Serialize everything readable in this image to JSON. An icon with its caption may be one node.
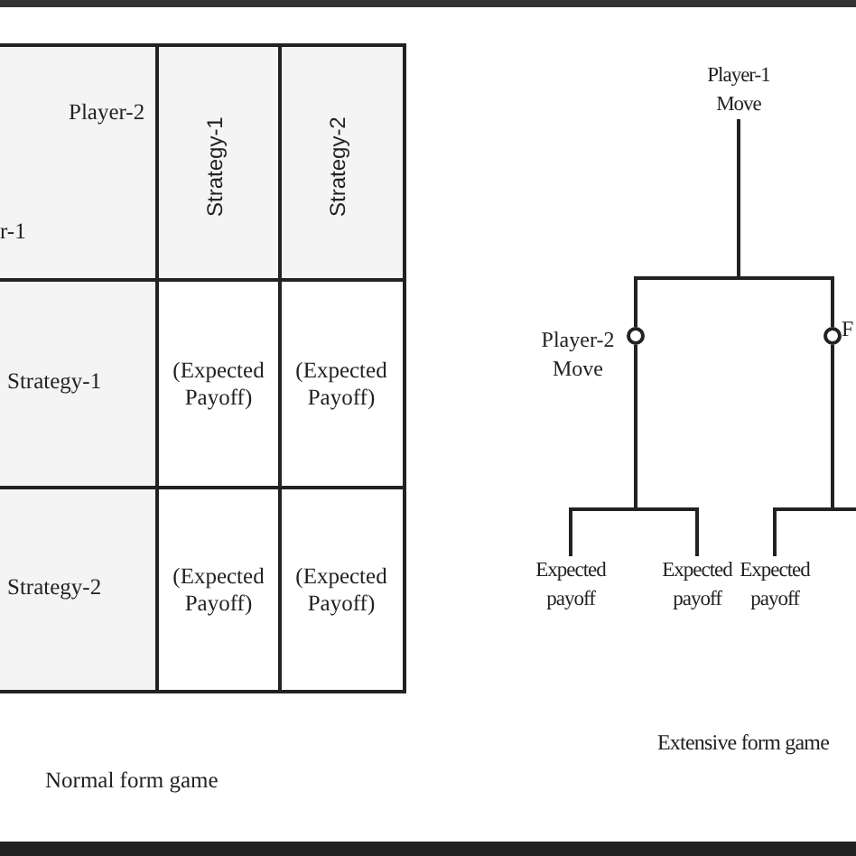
{
  "diagram": {
    "nodes": [
      {
        "text": [
          "Player-1 Move"
        ]
      },
      {
        "text": [],
        "shape": "circle",
        "beside": [
          "Player-2 Move"
        ]
      },
      {
        "text": [],
        "shape": "circle",
        "beside": [
          "F"
        ]
      },
      {
        "text": [
          "Expected payoff"
        ]
      },
      {
        "text": [
          "Expected payoff"
        ]
      },
      {
        "text": [
          "Expected payoff"
        ]
      }
    ],
    "edges": [
      {
        "from": 0,
        "to": 1,
        "arrow": "none"
      },
      {
        "from": 0,
        "to": 2,
        "arrow": "none"
      },
      {
        "from": 1,
        "to": 3,
        "arrow": "none"
      },
      {
        "from": 1,
        "to": 4,
        "arrow": "none"
      },
      {
        "from": 2,
        "to": 5,
        "arrow": "none"
      },
      {
        "from": 2,
        "to": null,
        "arrow": "none"
      }
    ],
    "labels": [
      "Player-2",
      "r-1",
      "Strategy-1",
      "Strategy-2",
      "Strategy-1",
      "(Expected Payoff)",
      "(Expected Payoff)",
      "Strategy-2",
      "(Expected Payoff)",
      "(Expected Payoff)",
      "Normal form game",
      "Extensive form game"
    ]
  }
}
